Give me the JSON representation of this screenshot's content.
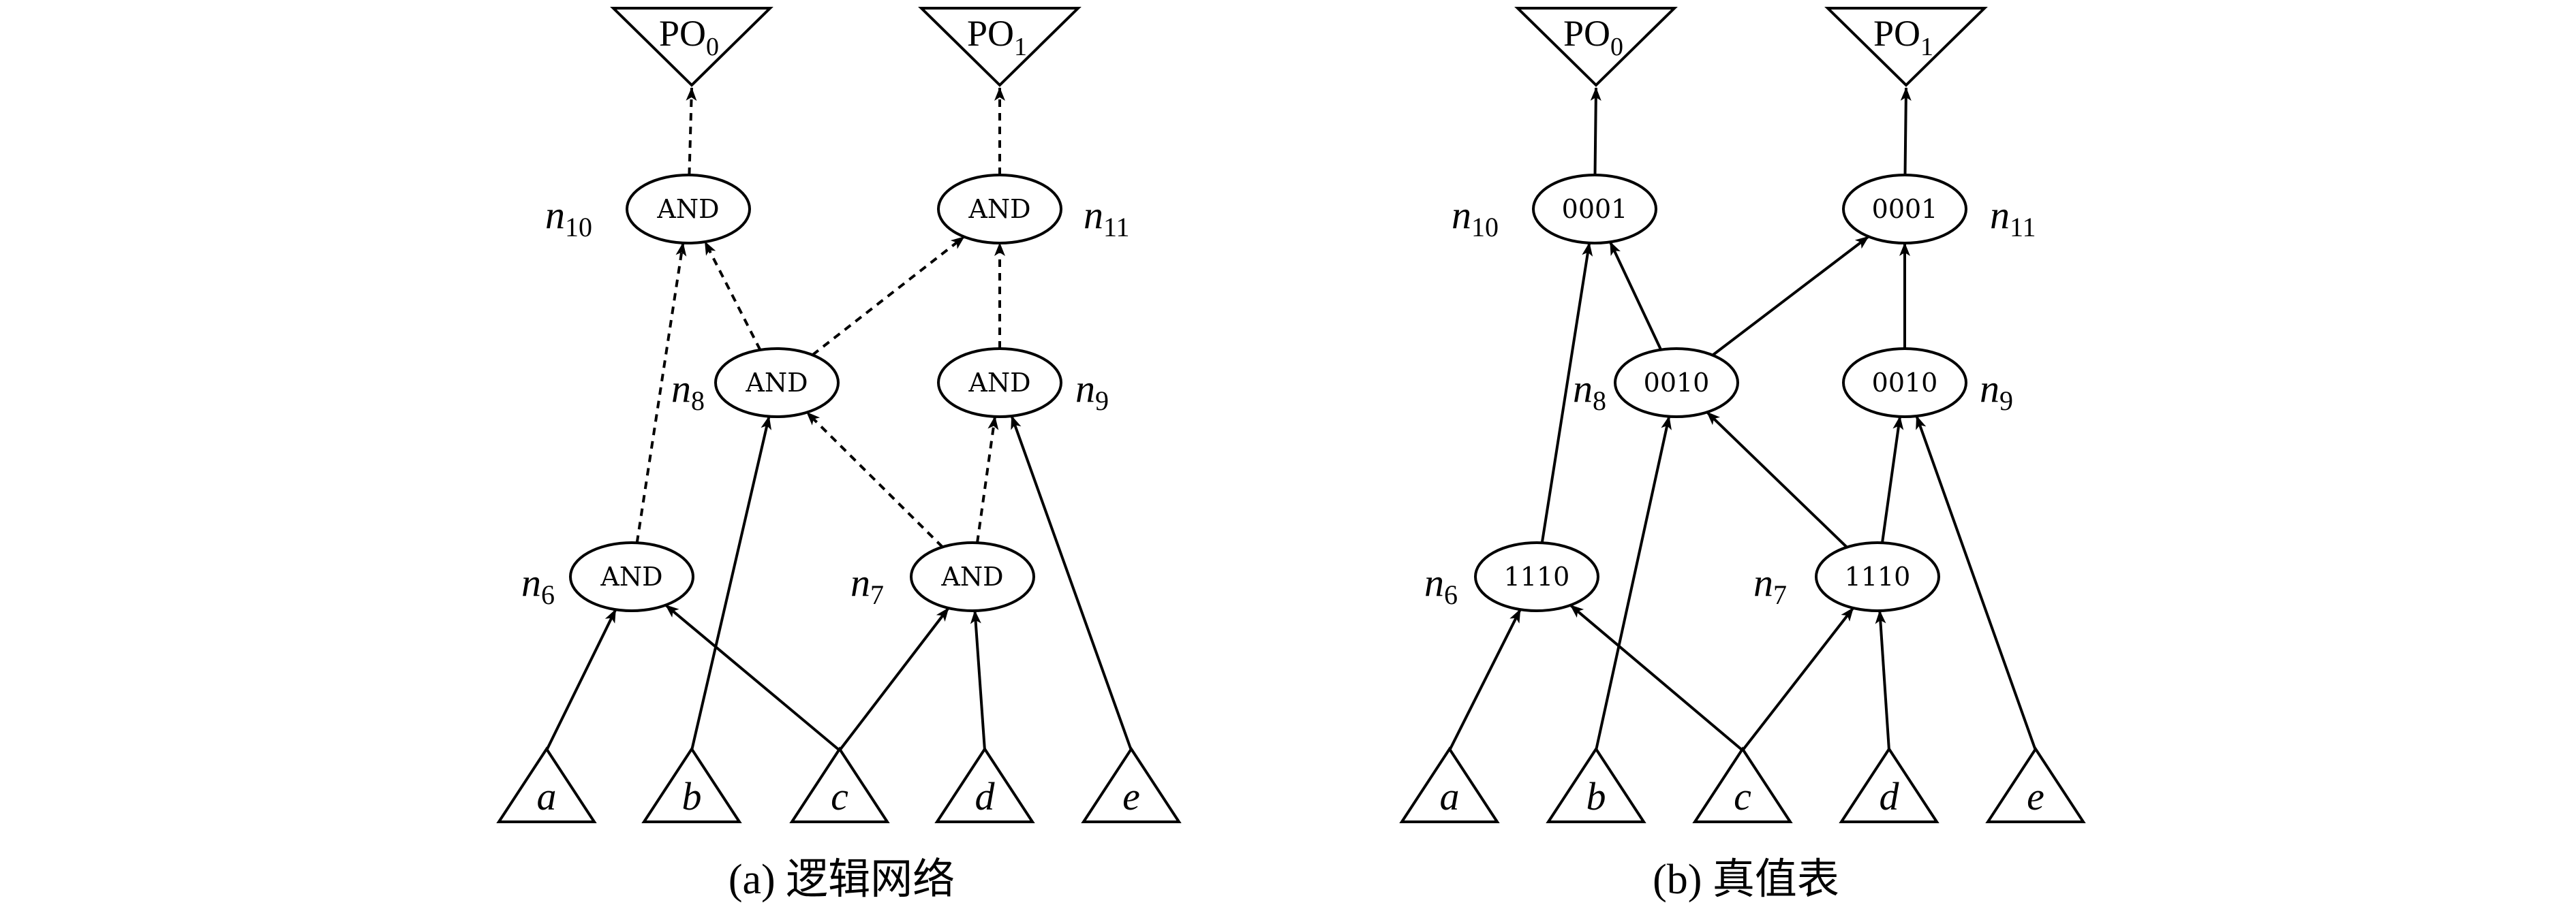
{
  "panels": [
    {
      "id": "a",
      "caption": "(a) 逻辑网络",
      "edge_style": "dashed_upper",
      "outputs": [
        {
          "id": "po0",
          "main": "PO",
          "sub": "0"
        },
        {
          "id": "po1",
          "main": "PO",
          "sub": "1"
        }
      ],
      "inputs": [
        {
          "id": "a",
          "label": "a"
        },
        {
          "id": "b",
          "label": "b"
        },
        {
          "id": "c",
          "label": "c"
        },
        {
          "id": "d",
          "label": "d"
        },
        {
          "id": "e",
          "label": "e"
        }
      ],
      "nodes": [
        {
          "id": "n10",
          "text": "AND",
          "label_main": "n",
          "label_sub": "10"
        },
        {
          "id": "n11",
          "text": "AND",
          "label_main": "n",
          "label_sub": "11"
        },
        {
          "id": "n8",
          "text": "AND",
          "label_main": "n",
          "label_sub": "8"
        },
        {
          "id": "n9",
          "text": "AND",
          "label_main": "n",
          "label_sub": "9"
        },
        {
          "id": "n6",
          "text": "AND",
          "label_main": "n",
          "label_sub": "6"
        },
        {
          "id": "n7",
          "text": "AND",
          "label_main": "n",
          "label_sub": "7"
        }
      ]
    },
    {
      "id": "b",
      "caption": "(b) 真值表",
      "edge_style": "solid",
      "outputs": [
        {
          "id": "po0",
          "main": "PO",
          "sub": "0"
        },
        {
          "id": "po1",
          "main": "PO",
          "sub": "1"
        }
      ],
      "inputs": [
        {
          "id": "a",
          "label": "a"
        },
        {
          "id": "b",
          "label": "b"
        },
        {
          "id": "c",
          "label": "c"
        },
        {
          "id": "d",
          "label": "d"
        },
        {
          "id": "e",
          "label": "e"
        }
      ],
      "nodes": [
        {
          "id": "n10",
          "text": "0001",
          "label_main": "n",
          "label_sub": "10"
        },
        {
          "id": "n11",
          "text": "0001",
          "label_main": "n",
          "label_sub": "11"
        },
        {
          "id": "n8",
          "text": "0010",
          "label_main": "n",
          "label_sub": "8"
        },
        {
          "id": "n9",
          "text": "0010",
          "label_main": "n",
          "label_sub": "9"
        },
        {
          "id": "n6",
          "text": "1110",
          "label_main": "n",
          "label_sub": "6"
        },
        {
          "id": "n7",
          "text": "1110",
          "label_main": "n",
          "label_sub": "7"
        }
      ]
    }
  ],
  "edges": [
    {
      "from": "a",
      "to": "n6"
    },
    {
      "from": "c",
      "to": "n6"
    },
    {
      "from": "c",
      "to": "n7"
    },
    {
      "from": "d",
      "to": "n7"
    },
    {
      "from": "b",
      "to": "n8"
    },
    {
      "from": "n7",
      "to": "n8"
    },
    {
      "from": "n7",
      "to": "n9"
    },
    {
      "from": "e",
      "to": "n9"
    },
    {
      "from": "n6",
      "to": "n10"
    },
    {
      "from": "n8",
      "to": "n10"
    },
    {
      "from": "n8",
      "to": "n11"
    },
    {
      "from": "n9",
      "to": "n11"
    },
    {
      "from": "n10",
      "to": "po0"
    },
    {
      "from": "n11",
      "to": "po1"
    }
  ]
}
